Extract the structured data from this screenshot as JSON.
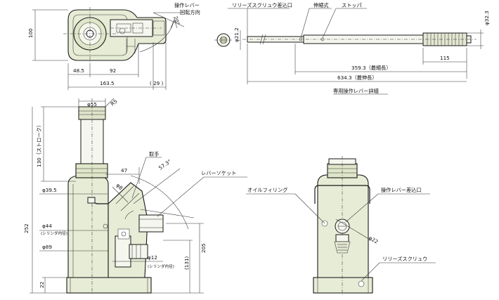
{
  "top_view": {
    "dim_height": "100",
    "dim_48_5": "48.5",
    "dim_92": "92",
    "dim_163_5": "163.5",
    "dim_29": "( 29 )",
    "dim_angle_20": "20°",
    "rotation_label_1": "操作レバー",
    "rotation_label_2": "回転方向"
  },
  "lever_detail": {
    "callout_release_screw_insert": "リリーズスクリュウ差込口",
    "callout_telescopic": "伸縮式",
    "callout_stopper": "ストッパ",
    "dim_phi_21_2": "φ21.2",
    "dim_phi_32_3": "φ32.3",
    "dim_115": "115",
    "dim_min_length": "359.3（最縮長）",
    "dim_max_length": "634.3（最伸長）",
    "caption": "専用操作レバー詳細"
  },
  "front_view": {
    "dim_phi_55": "φ55",
    "dim_r5": "R5",
    "dim_stroke": "130（ストローク）",
    "dim_phi_39_5": "φ39.5",
    "dim_phi_44": "φ44",
    "note_cylinder_id_1": "(シリンダ内径)",
    "dim_phi_89": "φ89",
    "dim_phi_12": "φ12",
    "note_cylinder_id_2": "(シリンダ内径)",
    "dim_252": "252",
    "dim_22": "22",
    "dim_205": "205",
    "dim_131": "(131)",
    "dim_47": "47",
    "dim_phi_8": "φ8",
    "dim_57_3": "57.3°",
    "label_handle": "取手",
    "label_lever_socket": "レバーソケット"
  },
  "side_view": {
    "label_oil_filling": "オイルフィリング",
    "label_lever_insert": "操作レバー差込口",
    "dim_phi_22": "φ22",
    "label_release_screw": "リリーズスクリュウ"
  }
}
